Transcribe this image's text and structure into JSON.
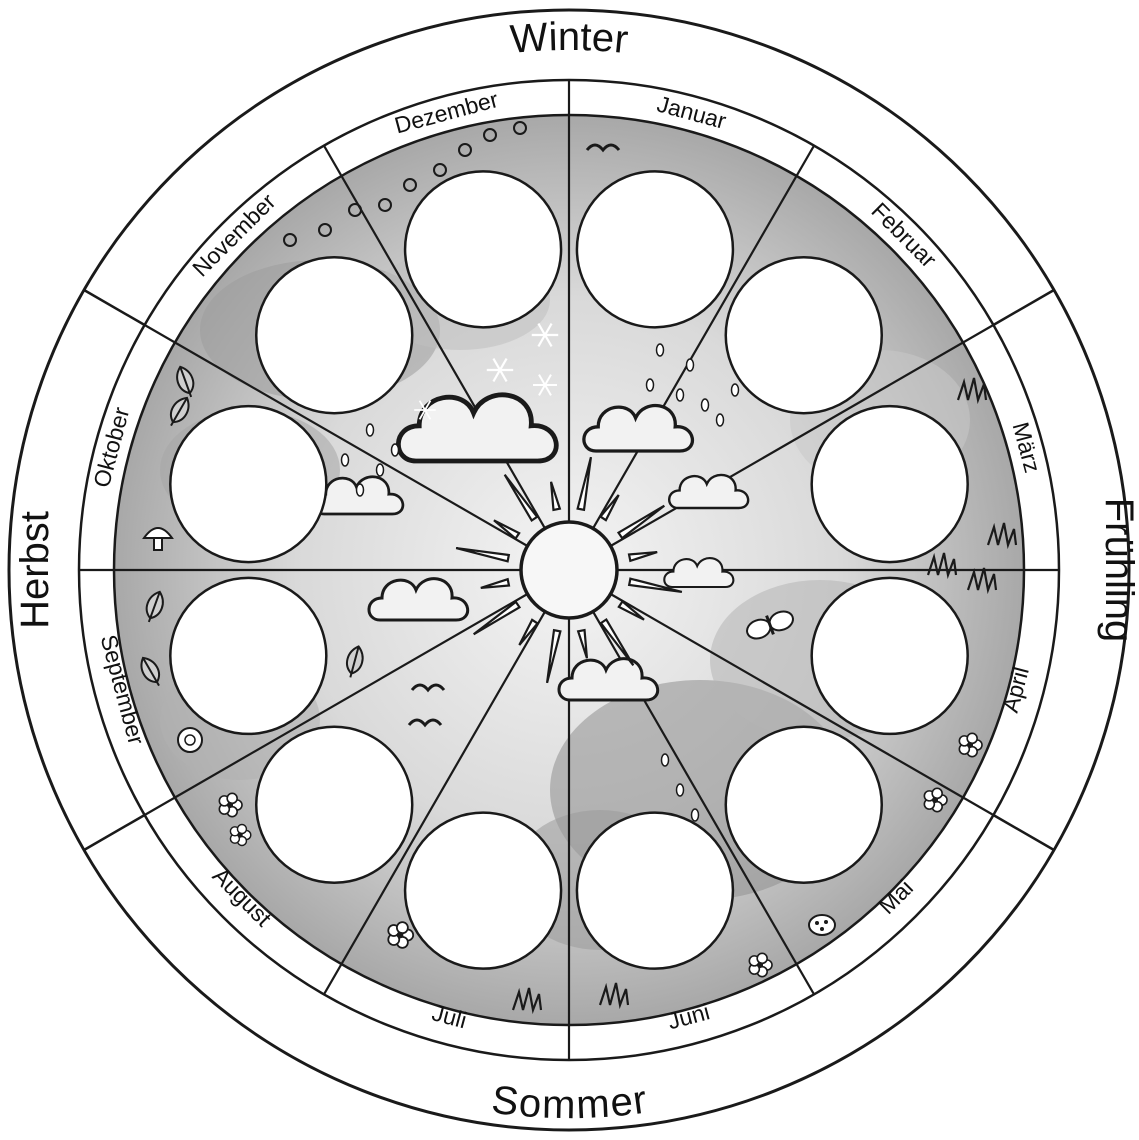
{
  "seasons": [
    {
      "id": "winter",
      "label": "Winter"
    },
    {
      "id": "fruehling",
      "label": "Frühling"
    },
    {
      "id": "sommer",
      "label": "Sommer"
    },
    {
      "id": "herbst",
      "label": "Herbst"
    }
  ],
  "months": [
    {
      "id": "januar",
      "label": "Januar"
    },
    {
      "id": "februar",
      "label": "Februar"
    },
    {
      "id": "maerz",
      "label": "März"
    },
    {
      "id": "april",
      "label": "April"
    },
    {
      "id": "mai",
      "label": "Mai"
    },
    {
      "id": "juni",
      "label": "Juni"
    },
    {
      "id": "juli",
      "label": "Juli"
    },
    {
      "id": "august",
      "label": "August"
    },
    {
      "id": "september",
      "label": "September"
    },
    {
      "id": "oktober",
      "label": "Oktober"
    },
    {
      "id": "november",
      "label": "November"
    },
    {
      "id": "dezember",
      "label": "Dezember"
    }
  ],
  "colors": {
    "line": "#1a1a1a",
    "paper": "#ffffff",
    "sky_light": "#e6e6e6",
    "sky_mid": "#bdbdbd",
    "sky_dark": "#8c8c8c",
    "sun": "#f7f7f7"
  }
}
